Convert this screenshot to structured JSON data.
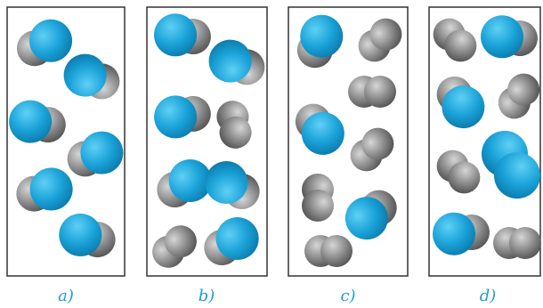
{
  "figure": {
    "panels": [
      {
        "label": "a)",
        "composition": [
          "mixed",
          "mixed",
          "mixed",
          "mixed",
          "mixed",
          "mixed"
        ]
      },
      {
        "label": "b)",
        "composition": [
          "mixed",
          "mixed",
          "gray",
          "mixed",
          "mixed",
          "gray",
          "mixed"
        ]
      },
      {
        "label": "c)",
        "composition": [
          "mixed",
          "gray",
          "gray",
          "mixed",
          "gray",
          "gray",
          "mixed",
          "gray"
        ]
      },
      {
        "label": "d)",
        "composition": [
          "gray",
          "mixed",
          "mixed",
          "gray",
          "gray",
          "blue",
          "mixed",
          "gray"
        ]
      }
    ],
    "colors": {
      "blue": "#1aa2d8",
      "gray": "#7a7a7a",
      "frame": "#333333"
    }
  }
}
